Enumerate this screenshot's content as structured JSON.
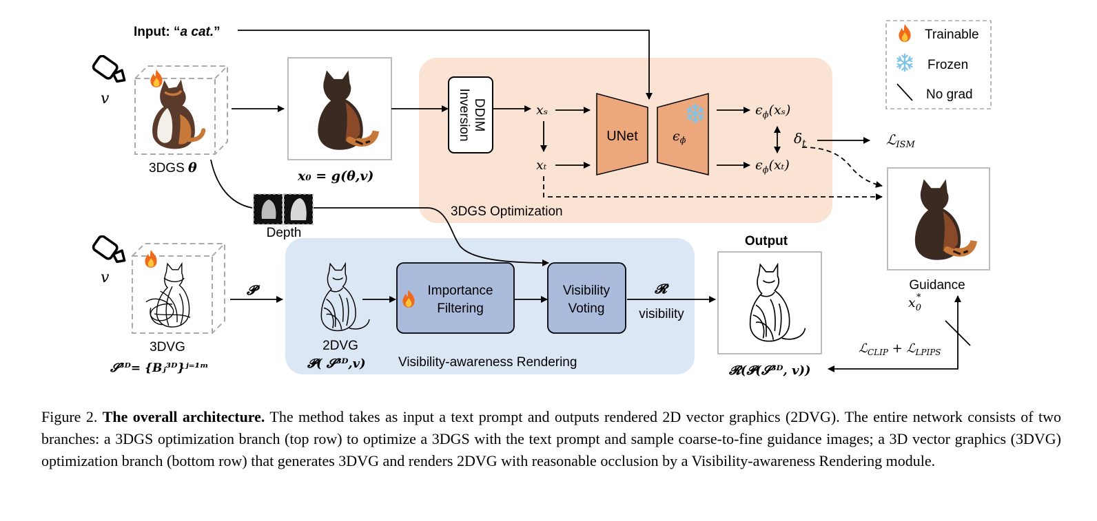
{
  "input": {
    "prefix": "Input: “",
    "text": "a cat.",
    "suffix": "”"
  },
  "legend": {
    "trainable": "Trainable",
    "frozen": "Frozen",
    "no_grad": "No grad"
  },
  "top": {
    "view_v": "v",
    "gs_label": "3DGS",
    "gs_theta": "θ",
    "x0_eq": "x₀ = g(θ,v)",
    "ddim_line1": "DDIM",
    "ddim_line2": "Inversion",
    "xs": "xₛ",
    "xt": "xₜ",
    "unet": "UNet",
    "eps": "ϵ",
    "eps_sub": "ϕ",
    "eps_xs": "ϵ",
    "eps_xs_arg": "(xₛ)",
    "eps_xt": "ϵ",
    "eps_xt_arg": "(xₜ)",
    "delta": "δ",
    "delta_sub": "t",
    "l_ism": "ℒ",
    "l_ism_sub": "ISM",
    "panel_title": "3DGS Optimization"
  },
  "guidance": {
    "label": "Guidance",
    "x0_star": "x",
    "x0_star_sub": "0",
    "x0_star_sup": "*"
  },
  "depth": {
    "label": "Depth"
  },
  "bottom": {
    "view_v": "v",
    "dvg3_label": "3DVG",
    "dvg3_set": "𝓢³ᴰ= {Bⱼ³ᴰ}ʲ⁼¹ᵐ",
    "p_label": "𝓟",
    "dvg2_label": "2DVG",
    "dvg2_eq": "𝓟( 𝓢³ᴰ,v)",
    "importance_line1": "Importance",
    "importance_line2": "Filtering",
    "visibility_line1": "Visibility",
    "visibility_line2": "Voting",
    "r_label": "𝓡",
    "visibility_word": "visibility",
    "panel_title": "Visibility-awareness Rendering",
    "output_label": "Output",
    "output_eq": "𝓡(𝓟(𝓢³ᴰ, v))",
    "loss": "ℒ",
    "loss_sub1": "CLIP",
    "loss_plus": " + ℒ",
    "loss_sub2": "LPIPS"
  },
  "caption": {
    "figure": "Figure 2.",
    "title": "The overall architecture.",
    "body": "The method takes as input a text prompt and outputs rendered 2D vector graphics (2DVG). The entire network consists of two branches: a 3DGS optimization branch (top row) to optimize a 3DGS with the text prompt and sample coarse-to-fine guidance images; a 3D vector graphics (3DVG) optimization branch (bottom row) that generates 3DVG and renders 2DVG with reasonable occlusion by a Visibility-awareness Rendering module."
  },
  "colors": {
    "gs_panel": "#fbe3d3",
    "vr_panel": "#dbe7f5",
    "unet": "#eda77c",
    "module_box": "#aabbdc",
    "cat_dark": "#3a2a22",
    "cat_orange": "#c8793a",
    "frozen": "#7fc4e8",
    "flame": "#f06a1c"
  }
}
